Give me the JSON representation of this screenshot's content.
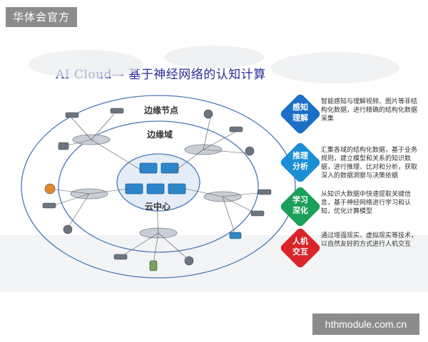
{
  "watermarks": {
    "top_left": "华体会官方",
    "bottom_right": "hthmodule.com.cn"
  },
  "title": "AI Cloud— 基于神经网络的认知计算",
  "rings": {
    "outer": "边缘节点",
    "middle": "边缘域",
    "inner": "云中心"
  },
  "features": [
    {
      "badge": "感知\n理解",
      "color": "#1a6fc7",
      "desc": "智能感知与理解视频、图片等非结构化数据，进行精确的结构化数据采集"
    },
    {
      "badge": "推理\n分析",
      "color": "#1a8fd6",
      "desc": "汇集各域的结构化数据，基于业务规则，建立模型和关系的知识数据，进行推理、比对和分析，获取深入的数据洞察与决策依据"
    },
    {
      "badge": "学习\n深化",
      "color": "#1aa05a",
      "desc": "从知识大数据中快速提取关键信息，基于神经网络进行学习和认知，优化计算模型"
    },
    {
      "badge": "人机\n交互",
      "color": "#d9252a",
      "desc": "通过增强现实、虚拟现实等技术，以自然友好的方式进行人机交互"
    }
  ]
}
